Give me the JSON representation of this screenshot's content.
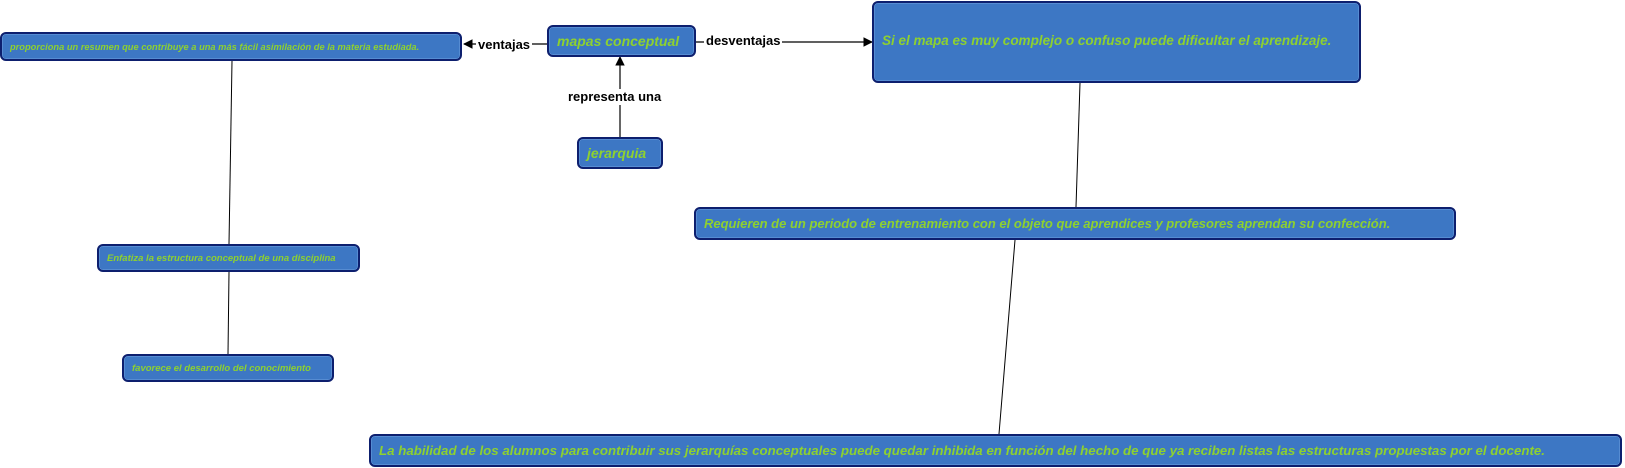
{
  "colors": {
    "node_fill": "#3d77c4",
    "node_border": "#0d1f6e",
    "node_text": "#8ed12f",
    "line": "#000000"
  },
  "nodes": {
    "mapas": "mapas conceptual",
    "jerarquia": "jerarquia",
    "resumen": "proporciona un resumen que contribuye a una más fácil asimilación de la materia estudiada.",
    "enfatiza": "Enfatiza la estructura conceptual de una disciplina",
    "favorece": "favorece el desarrollo del conocimiento",
    "complejo": "Si el mapa es muy complejo o confuso puede dificultar el aprendizaje.",
    "entrenamiento": "Requieren de un periodo de entrenamiento con el objeto que aprendices y profesores aprendan su confección.",
    "habilidad": "La habilidad de los alumnos para contribuir sus jerarquías conceptuales puede quedar inhibida en función del hecho de que ya reciben listas las estructuras propuestas por el docente."
  },
  "links": {
    "ventajas": "ventajas",
    "desventajas": "desventajas",
    "representa": "representa una"
  }
}
